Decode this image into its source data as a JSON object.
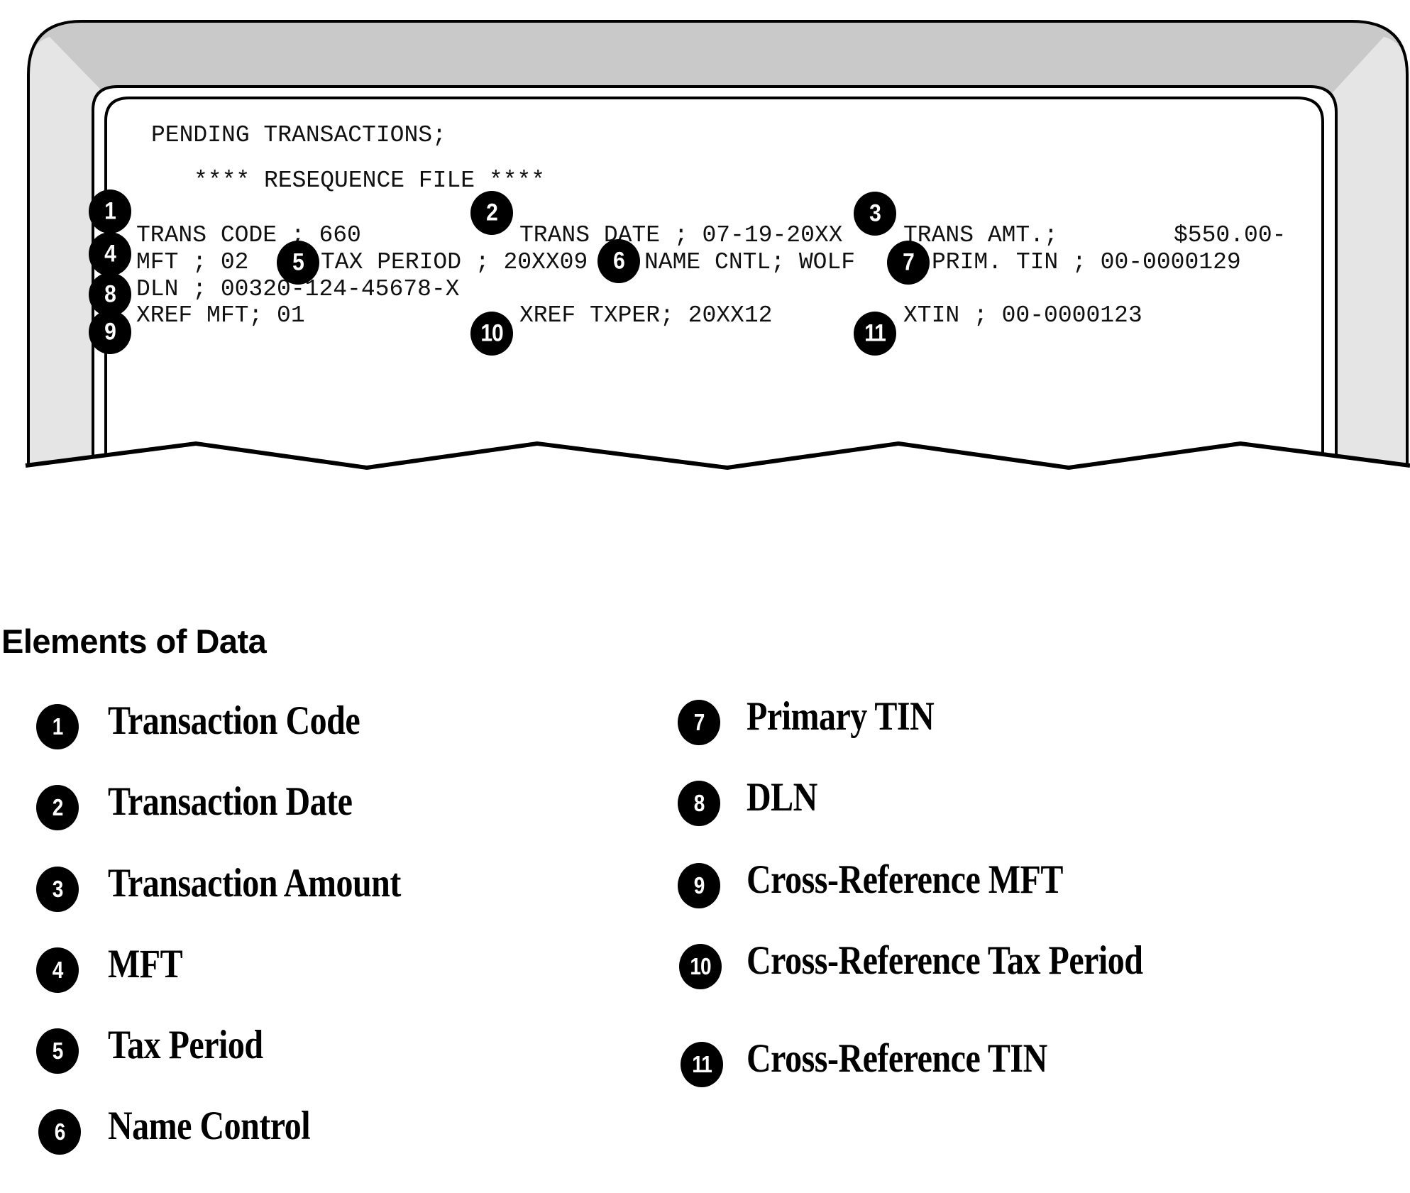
{
  "screen": {
    "title": "PENDING TRANSACTIONS;",
    "subtitle": "**** RESEQUENCE FILE ****",
    "fields": {
      "trans_code": "TRANS CODE ; 660",
      "trans_date": "TRANS DATE ; 07-19-20XX",
      "trans_amt_label": "TRANS AMT.;",
      "trans_amt_value": "$550.00-",
      "mft": "MFT ; 02",
      "tax_period": "TAX PERIOD ; 20XX09",
      "name_cntl": "NAME CNTL; WOLF",
      "prim_tin": "PRIM. TIN ; 00-0000129",
      "dln": "DLN ; 00320-124-45678-X",
      "xref_mft": "XREF MFT; 01",
      "xref_txper": "XREF TXPER; 20XX12",
      "xtin": "XTIN ; 00-0000123"
    },
    "callouts": [
      "1",
      "2",
      "3",
      "4",
      "5",
      "6",
      "7",
      "8",
      "9",
      "10",
      "11"
    ]
  },
  "legend": {
    "heading": "Elements of Data",
    "items": [
      {
        "number": "1",
        "label": "Transaction Code"
      },
      {
        "number": "2",
        "label": "Transaction Date"
      },
      {
        "number": "3",
        "label": "Transaction Amount"
      },
      {
        "number": "4",
        "label": "MFT"
      },
      {
        "number": "5",
        "label": "Tax Period"
      },
      {
        "number": "6",
        "label": "Name Control"
      },
      {
        "number": "7",
        "label": "Primary TIN"
      },
      {
        "number": "8",
        "label": "DLN"
      },
      {
        "number": "9",
        "label": "Cross-Reference MFT"
      },
      {
        "number": "10",
        "label": "Cross-Reference Tax Period"
      },
      {
        "number": "11",
        "label": "Cross-Reference TIN"
      }
    ]
  },
  "colors": {
    "frame_top": "#c9c9c9",
    "frame_side": "#e5e5e5",
    "screen_bg": "#ffffff",
    "badge": "#000000"
  }
}
